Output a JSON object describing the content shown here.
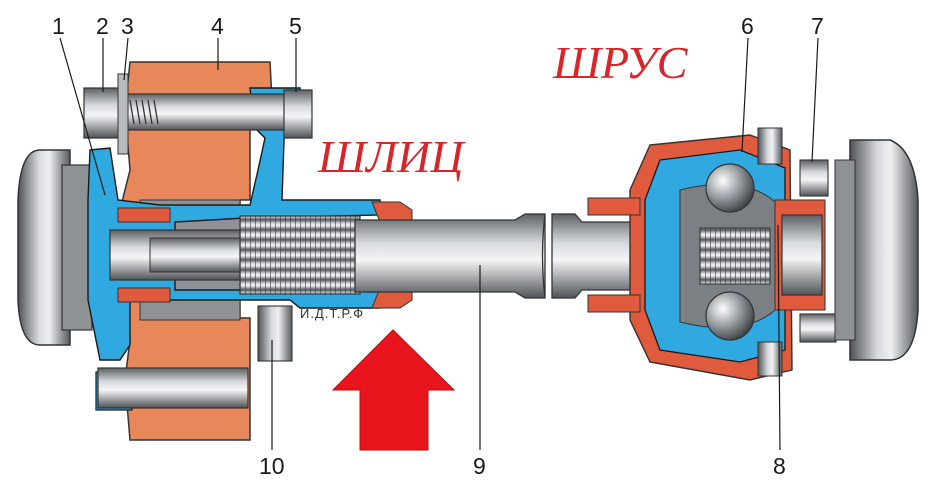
{
  "labels": {
    "title_main": "ШРУС",
    "title_shaft": "ШЛИЦ",
    "watermark": "И.Д.Т.Р.Ф"
  },
  "callouts": [
    "1",
    "2",
    "3",
    "4",
    "5",
    "6",
    "7",
    "8",
    "9",
    "10"
  ],
  "colors": {
    "housing_blue": "#2fa9e0",
    "seal_red": "#e05a3e",
    "hub_orange": "#e8875a",
    "steel_gray": "#8e9296",
    "arrow_red": "#e8151c",
    "label_red": "#d8252b"
  }
}
